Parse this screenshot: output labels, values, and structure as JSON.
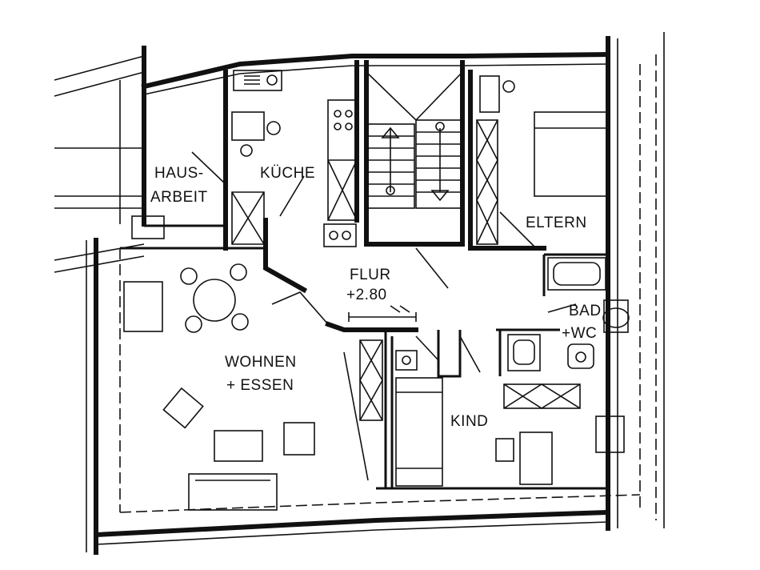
{
  "rooms": {
    "hausarbeit_line1": "HAUS-",
    "hausarbeit_line2": "ARBEIT",
    "kueche": "KÜCHE",
    "flur": "FLUR",
    "flur_height": "+2.80",
    "eltern": "ELTERN",
    "bad_line1": "BAD",
    "bad_line2": "+WC",
    "wohnen_line1": "WOHNEN",
    "wohnen_line2": "+ ESSEN",
    "kind": "KIND"
  },
  "colors": {
    "ink": "#111111",
    "paper": "#ffffff"
  }
}
